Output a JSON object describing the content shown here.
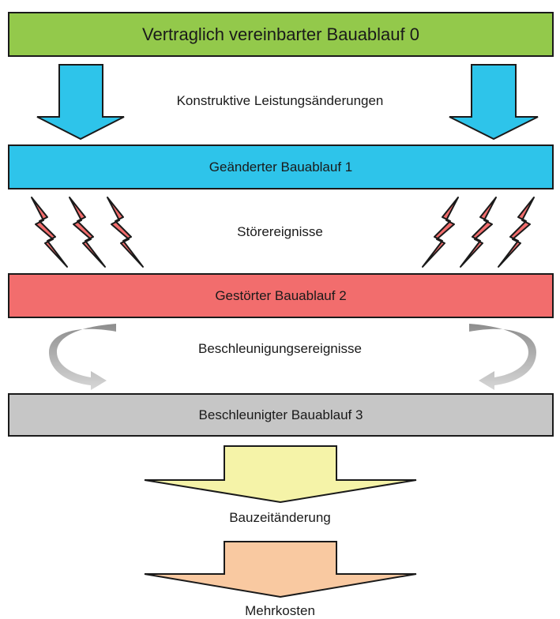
{
  "stages": {
    "stage0": {
      "label": "Vertraglich vereinbarter Bauablauf 0",
      "color": "#93c94b"
    },
    "stage1": {
      "label": "Geänderter Bauablauf 1",
      "color": "#2ec4ea"
    },
    "stage2": {
      "label": "Gestörter Bauablauf 2",
      "color": "#f26d6d"
    },
    "stage3": {
      "label": "Beschleunigter Bauablauf 3",
      "color": "#c6c6c6"
    }
  },
  "transitions": {
    "konstruktiv": {
      "label": "Konstruktive Leistungsänderungen",
      "icon": "down-arrow-icon",
      "color": "#2ec4ea"
    },
    "stoerung": {
      "label": "Störereignisse",
      "icon": "lightning-icon",
      "color": "#f26d6d"
    },
    "beschleunigung": {
      "label": "Beschleunigungsereignisse",
      "icon": "curved-arrow-icon",
      "color": "#b9b9b9"
    }
  },
  "outcomes": {
    "bauzeit": {
      "label": "Bauzeitänderung",
      "icon": "down-arrow-icon",
      "color": "#f5f3a8"
    },
    "mehrkosten": {
      "label": "Mehrkosten",
      "icon": "down-arrow-icon",
      "color": "#f9c9a1"
    }
  }
}
